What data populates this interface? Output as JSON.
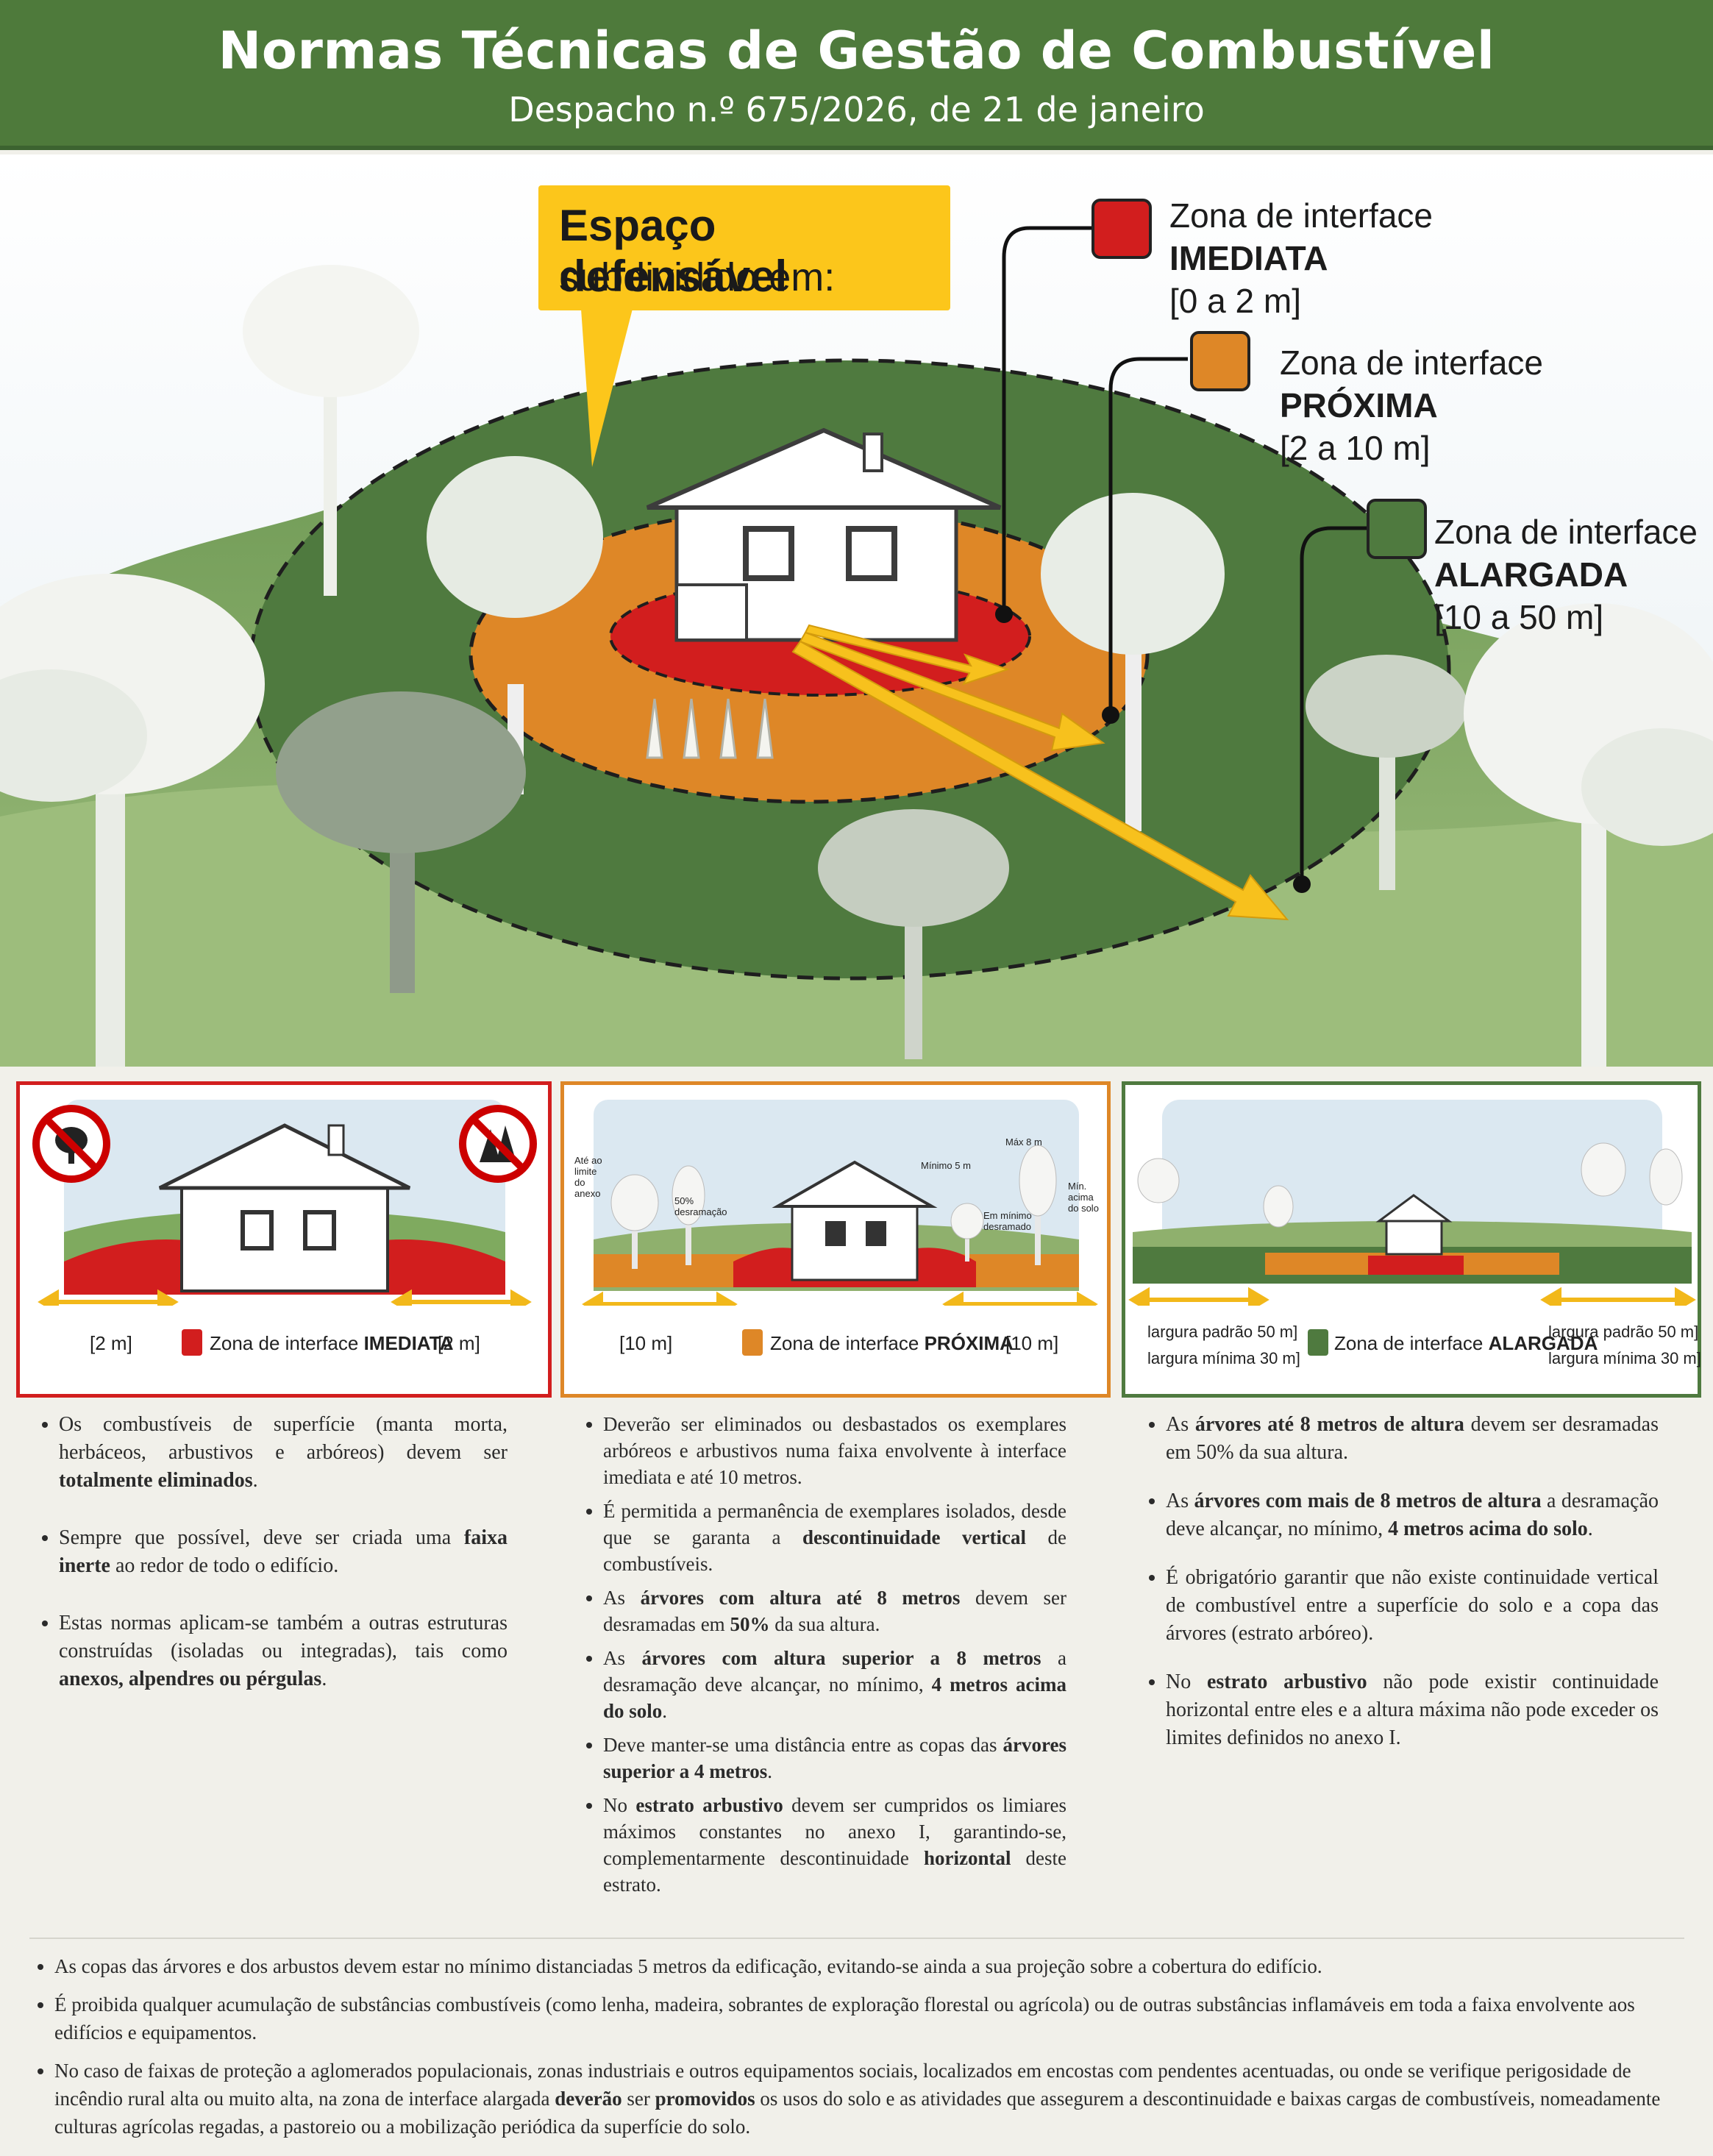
{
  "header": {
    "title": "Normas Técnicas de Gestão de Combustível",
    "subtitle": "Despacho n.º 675/2026, de 21 de janeiro"
  },
  "hero": {
    "callout_line1": "Espaço defensável",
    "callout_line2": "subdividido em:",
    "zones": [
      {
        "line1": "Zona de interface",
        "line2": "IMEDIATA",
        "line3": "[0 a 2 m]",
        "color": "#d21e1e"
      },
      {
        "line1": "Zona de interface",
        "line2": "PRÓXIMA",
        "line3": "[2 a 10 m]",
        "color": "#de8727"
      },
      {
        "line1": "Zona de interface",
        "line2": "ALARGADA",
        "line3": "[10 a 50 m]",
        "color": "#4f7a3f"
      }
    ]
  },
  "panels": {
    "imediata": {
      "left_dist": "[2 m]",
      "right_dist": "[2 m]",
      "legend_prefix": "Zona de interface ",
      "legend_bold": "IMEDIATA",
      "color": "#d21e1e"
    },
    "proxima": {
      "left_dist": "[10 m]",
      "right_dist": "[10 m]",
      "legend_prefix": "Zona de interface ",
      "legend_bold": "PRÓXIMA",
      "color": "#de8727",
      "annot_ate_limite": "Até ao limite do anexo",
      "annot_desramacao": "50% desramação",
      "annot_minimo": "Mínimo 5 m",
      "annot_max": "Máx 8 m",
      "annot_min_solo": "Mín. acima do solo",
      "annot_em_minimo": "Em mínimo desramado"
    },
    "alargada": {
      "left_line1": "largura padrão 50 m]",
      "left_line2": "largura mínima 30 m]",
      "right_line1": "largura padrão 50 m]",
      "right_line2": "largura mínima 30 m]",
      "legend_prefix": "Zona de interface ",
      "legend_bold": "ALARGADA",
      "color": "#4f7a3f"
    }
  },
  "col1": [
    {
      "a": "Os combustíveis de superfície (manta morta, herbáceos, arbustivos e arbóreos) devem ser ",
      "b": "totalmente eliminados",
      "c": "."
    },
    {
      "a": "Sempre que possível, deve ser criada uma ",
      "b": "faixa inerte",
      "c": " ao redor de todo o edifício."
    },
    {
      "a": "Estas normas aplicam-se também a outras estruturas construídas (isoladas ou integradas), tais como ",
      "b": "anexos, alpendres ou pérgulas",
      "c": "."
    }
  ],
  "col2": [
    {
      "a": "Deverão ser eliminados ou desbastados os exemplares arbóreos e arbustivos numa faixa envolvente à interface imediata e até 10 metros.",
      "b": "",
      "c": "",
      "d": "",
      "e": ""
    },
    {
      "a": "É permitida a permanência de exemplares isolados, desde que se garanta a ",
      "b": "descontinuidade vertical",
      "c": " de combustíveis.",
      "d": "",
      "e": ""
    },
    {
      "a": "As ",
      "b": "árvores com altura até 8 metros",
      "c": " devem ser desramadas em ",
      "d": "50%",
      "e": " da sua altura."
    },
    {
      "a": "As ",
      "b": "árvores com altura superior a 8 metros",
      "c": " a desramação deve alcançar, no mínimo, ",
      "d": "4 metros acima do solo",
      "e": "."
    },
    {
      "a": "Deve manter-se uma distância entre as copas das ",
      "b": "árvores superior a 4 metros",
      "c": ".",
      "d": "",
      "e": ""
    },
    {
      "a": "No ",
      "b": "estrato arbustivo",
      "c": " devem ser cumpridos os limiares máximos constantes no anexo I, garantindo-se, complementarmente descontinuidade ",
      "d": "horizontal",
      "e": " deste estrato."
    }
  ],
  "col3": [
    {
      "a": "As ",
      "b": "árvores até 8 metros de altura",
      "c": " devem ser desramadas em 50% da sua altura.",
      "d": "",
      "e": ""
    },
    {
      "a": "As ",
      "b": "árvores com mais de 8 metros de altura",
      "c": " a desramação deve alcançar, no mínimo, ",
      "d": "4 metros acima do solo",
      "e": "."
    },
    {
      "a": "É obrigatório garantir que não existe continuidade vertical de combustível entre a superfície do solo e a copa das árvores (estrato arbóreo).",
      "b": "",
      "c": "",
      "d": "",
      "e": ""
    },
    {
      "a": "No ",
      "b": "estrato arbustivo",
      "c": " não pode existir continuidade horizontal entre eles e a altura máxima não pode exceder os limites definidos no anexo I.",
      "d": "",
      "e": ""
    }
  ],
  "bottom": [
    {
      "a": "As copas das árvores e dos arbustos devem estar no mínimo distanciadas 5 metros da edificação, evitando-se ainda a sua projeção sobre a cobertura do edifício.",
      "b": "",
      "c": "",
      "d": "",
      "e": ""
    },
    {
      "a": "É proibida qualquer acumulação de substâncias combustíveis (como lenha, madeira, sobrantes de exploração florestal ou agrícola) ou de outras substâncias inflamáveis em toda a faixa envolvente aos edifícios e equipamentos.",
      "b": "",
      "c": "",
      "d": "",
      "e": ""
    },
    {
      "a": "No caso de faixas de proteção a aglomerados populacionais, zonas industriais e outros equipamentos sociais, localizados em encostas com pendentes acentuadas, ou onde se verifique perigosidade de incêndio rural alta ou muito alta, na zona de interface alargada ",
      "b": "deverão",
      "c": " ser ",
      "d": "promovidos",
      "e": " os usos do solo e as atividades que assegurem a descontinuidade e baixas cargas de combustíveis, nomeadamente culturas agrícolas regadas, a pastoreio ou a mobilização periódica da superfície do solo."
    }
  ]
}
